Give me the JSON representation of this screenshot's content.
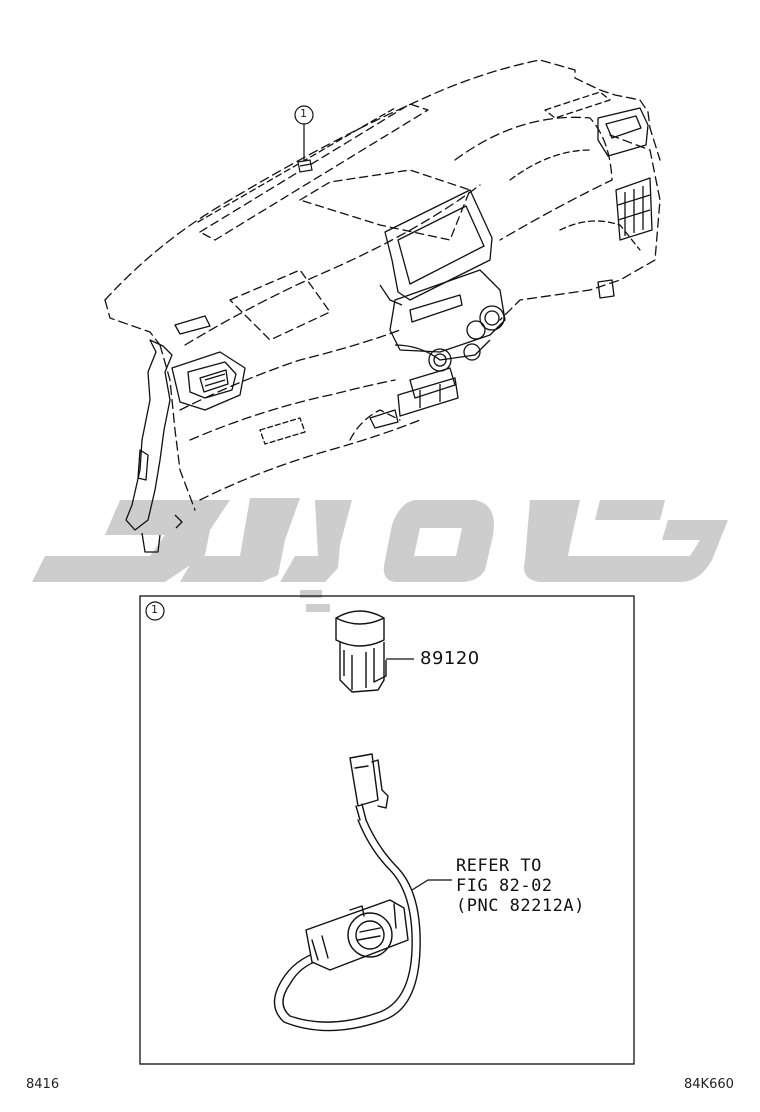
{
  "callouts": {
    "index_marker_top": "1",
    "index_marker_box": "1"
  },
  "parts": [
    {
      "part_number": "89120"
    }
  ],
  "reference_note": {
    "line1": "REFER TO",
    "line2": "FIG 82-02",
    "line3": "(PNC 82212A)"
  },
  "footer": {
    "left_code": "8416",
    "right_code": "84K660"
  },
  "colors": {
    "line_art": "#111111",
    "watermark": "#c8c8c8"
  }
}
